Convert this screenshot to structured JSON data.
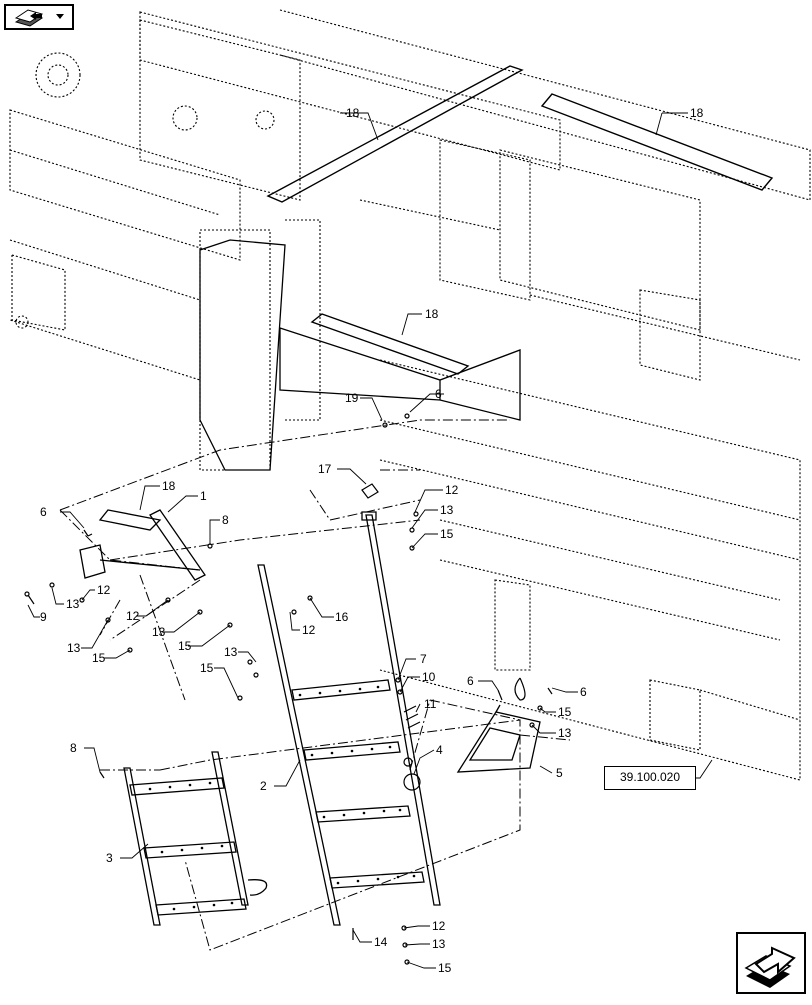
{
  "callouts": {
    "c18a": "18",
    "c18b": "18",
    "c18c": "18",
    "c18d": "18",
    "c19": "19",
    "c6a": "6",
    "c6b": "6",
    "c6c": "6",
    "c6d": "6",
    "c17": "17",
    "c12a": "12",
    "c13a": "13",
    "c15a": "15",
    "c1": "1",
    "c8a": "8",
    "c9": "9",
    "c13b": "13",
    "c12b": "12",
    "c12c": "12",
    "c13c": "13",
    "c15b": "15",
    "c13d": "13",
    "c15c": "15",
    "c16": "16",
    "c12d": "12",
    "c15d": "15",
    "c13e": "13",
    "c7": "7",
    "c10": "10",
    "c11": "11",
    "c4": "4",
    "c5": "5",
    "c15e": "15",
    "c13f": "13",
    "c2": "2",
    "c8b": "8",
    "c3": "3",
    "c12e": "12",
    "c14": "14",
    "c13g": "13",
    "c15f": "15"
  },
  "reference": "39.100.020",
  "icons": {
    "top": "view-toggle-icon",
    "bottom": "next-page-arrow-icon"
  }
}
